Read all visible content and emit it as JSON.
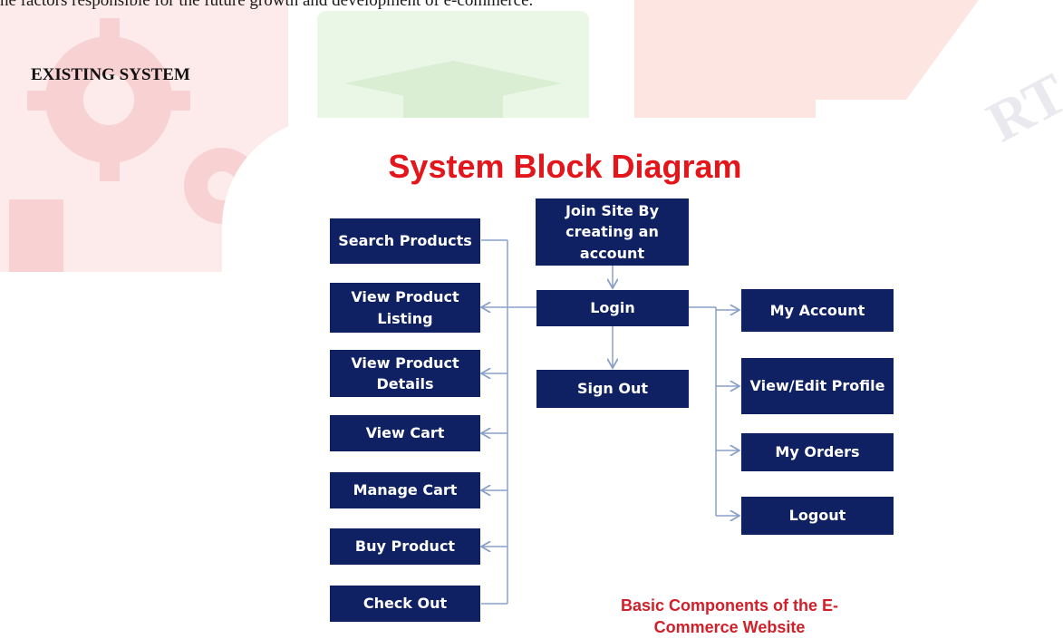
{
  "document": {
    "intro_text": "he factors responsible for the future growth and development of e-commerce.",
    "heading": "EXISTING SYSTEM",
    "watermark_text": "RT"
  },
  "diagram": {
    "title": "System Block Diagram",
    "boxes": {
      "join_site": "Join Site By creating an account",
      "login": "Login",
      "sign_out": "Sign Out",
      "search_products": "Search Products",
      "view_product_listing": "View Product Listing",
      "view_product_details": "View Product Details",
      "view_cart": "View Cart",
      "manage_cart": "Manage Cart",
      "buy_product": "Buy Product",
      "check_out": "Check Out",
      "my_account": "My Account",
      "view_edit_profile": "View/Edit Profile",
      "my_orders": "My Orders",
      "logout": "Logout"
    },
    "caption": "Basic Components of the E-Commerce Website",
    "colors": {
      "box": "#0f2163",
      "title": "#e3161c",
      "caption": "#d0202a",
      "connector": "#8aa0c8"
    }
  }
}
